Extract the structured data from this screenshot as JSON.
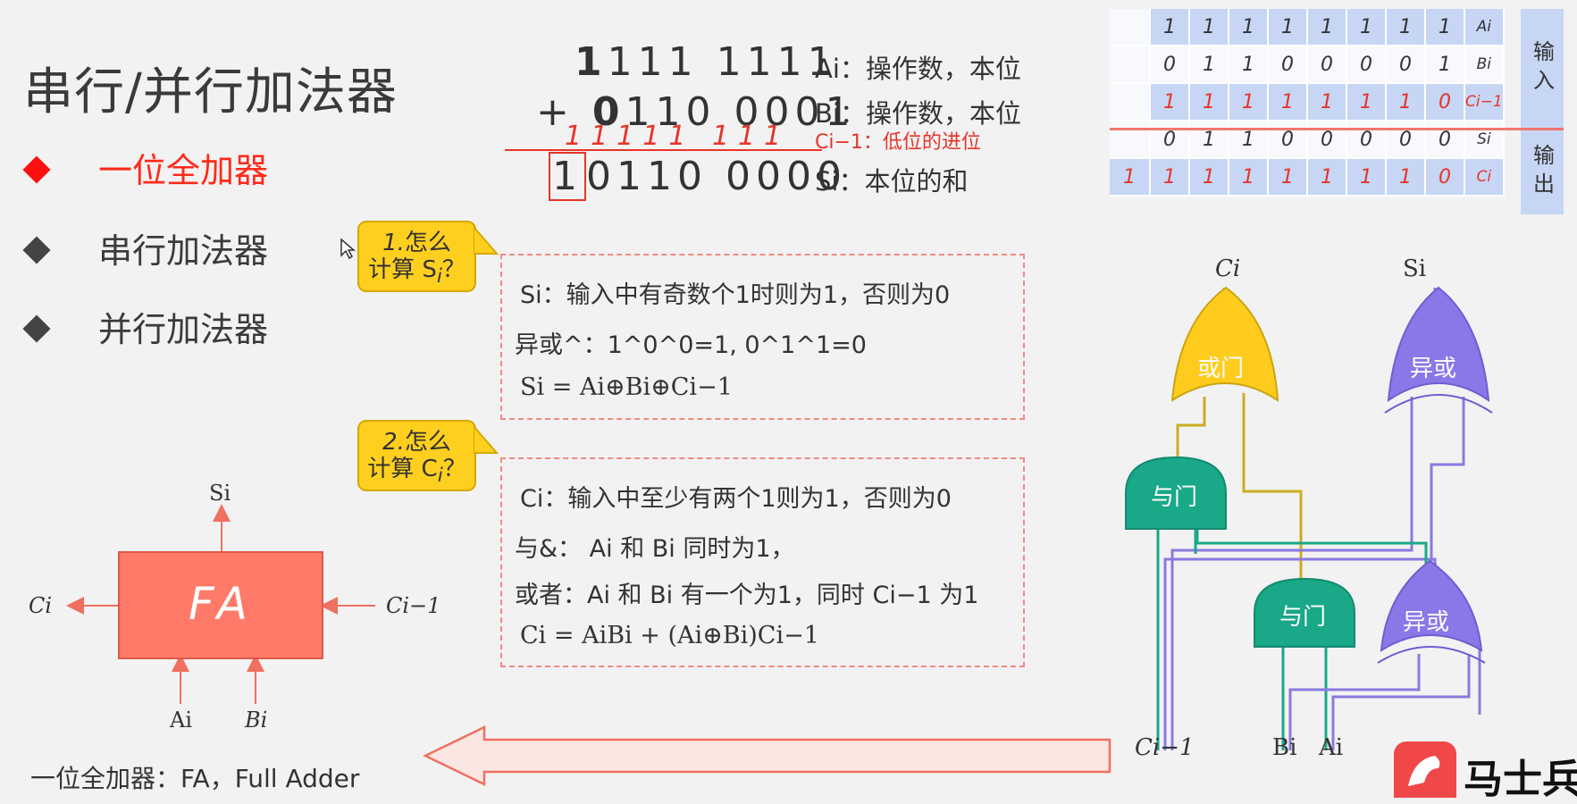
{
  "slide": {
    "title": "串行/并行加法器",
    "bullets": [
      {
        "label": "一位全加器",
        "active": true
      },
      {
        "label": "串行加法器",
        "active": false
      },
      {
        "label": "并行加法器",
        "active": false
      }
    ]
  },
  "example": {
    "a_lead": "1",
    "a_rest": "111  1111",
    "plus": "+",
    "b_lead": "0",
    "b_rest": "110  0001",
    "carry_row": "11111  111",
    "sum_lead": "1",
    "sum_rest": "0110  0000",
    "a_label": "Ai：操作数，本位",
    "b_label": "Bi：操作数，本位",
    "c_label": "Ci−1：低位的进位",
    "s_label": "Si：本位的和"
  },
  "truth_table": {
    "input_label": "输入",
    "output_label": "输出",
    "rows": [
      {
        "lead": "",
        "bits": [
          "1",
          "1",
          "1",
          "1",
          "1",
          "1",
          "1",
          "1"
        ],
        "name": "Ai",
        "red": false
      },
      {
        "lead": "",
        "bits": [
          "0",
          "1",
          "1",
          "0",
          "0",
          "0",
          "0",
          "1"
        ],
        "name": "Bi",
        "red": false
      },
      {
        "lead": "",
        "bits": [
          "1",
          "1",
          "1",
          "1",
          "1",
          "1",
          "1",
          "0"
        ],
        "name": "Ci−1",
        "red": true
      },
      {
        "lead": "",
        "bits": [
          "0",
          "1",
          "1",
          "0",
          "0",
          "0",
          "0",
          "0"
        ],
        "name": "Si",
        "red": false
      },
      {
        "lead": "1",
        "bits": [
          "1",
          "1",
          "1",
          "1",
          "1",
          "1",
          "1",
          "0"
        ],
        "name": "Ci",
        "red": true
      }
    ]
  },
  "q1": {
    "callout": "1.怎么\n计算 Si？",
    "line1": "Si：输入中有奇数个1时则为1，否则为0",
    "line2": "异或^：1^0^0=1, 0^1^1=0",
    "line3": "Si = Ai⊕Bi⊕Ci−1"
  },
  "q2": {
    "callout": "2.怎么\n计算 Ci？",
    "line1": "Ci：输入中至少有两个1则为1，否则为0",
    "line2": "与&：  Ai 和 Bi 同时为1，",
    "line3": "或者：Ai 和 Bi 有一个为1，同时 Ci−1 为1",
    "line4": "Ci =  AiBi + (Ai⊕Bi)Ci−1"
  },
  "fa": {
    "label": "FA",
    "top": "Si",
    "left": "Ci",
    "right": "Ci−1",
    "bottom_a": "Ai",
    "bottom_b": "Bi"
  },
  "circuit": {
    "out_c": "Ci",
    "out_s": "Si",
    "or_gate": "或门",
    "and_gate_1": "与门",
    "and_gate_2": "与门",
    "xor_gate_1": "异或",
    "xor_gate_2": "异或",
    "in_c": "Ci−1",
    "in_b": "Bi",
    "in_a": "Ai"
  },
  "footer": "一位全加器：FA，Full Adder",
  "logo": {
    "text": "马士兵"
  },
  "colors": {
    "accent_red": "#e8332a",
    "or_gate": "#ffcc1e",
    "and_gate": "#19a888",
    "xor_gate": "#8878e8",
    "table_fill": "#c6d6f4"
  }
}
